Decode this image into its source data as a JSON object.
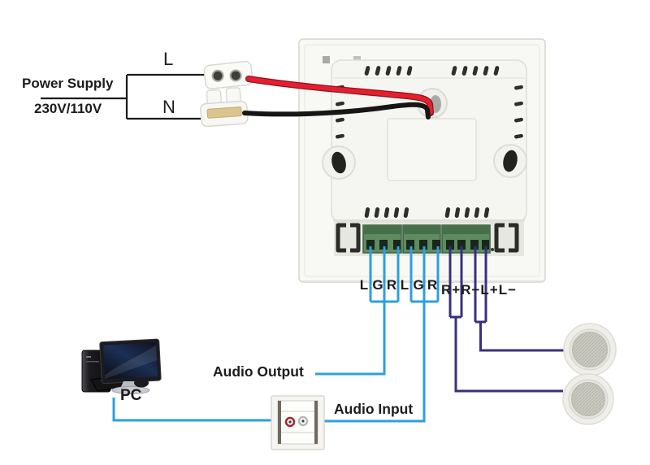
{
  "power": {
    "title": "Power Supply",
    "voltage": "230V/110V",
    "live_terminal": "L",
    "neutral_terminal": "N"
  },
  "device": {
    "audio_in_terminals": [
      "L",
      "G",
      "R",
      "L",
      "G",
      "R"
    ],
    "speaker_terminals": "R+R−L+L−"
  },
  "connections": {
    "audio_output": "Audio Output",
    "audio_input": "Audio Input",
    "pc": "PC"
  },
  "colors": {
    "audio_signal_blue": "#2D9FDE",
    "speaker_wire_purple": "#38307E",
    "live_wire_red": "#E5202E",
    "neutral_wire_black": "#1A1A1A",
    "power_line_black": "#1A1A1A",
    "terminal_block_green": "#5E8B60"
  }
}
